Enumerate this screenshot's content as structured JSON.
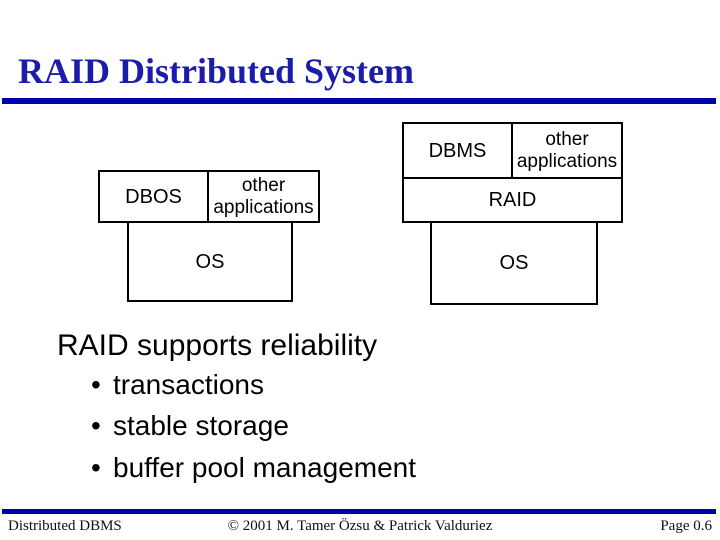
{
  "title": "RAID Distributed System",
  "colors": {
    "rule_navy": "#0000A8",
    "title_navy": "#1C1CAA",
    "diagram_border": "#000000",
    "body_text": "#000000",
    "background": "#FFFFFF"
  },
  "diagram_left": {
    "cell_dbos": "DBOS",
    "cell_other": "other applications",
    "cell_os": "OS"
  },
  "diagram_right": {
    "cell_dbms": "DBMS",
    "cell_other": "other applications",
    "cell_raid": "RAID",
    "cell_os": "OS"
  },
  "body": {
    "heading": "RAID supports reliability",
    "bullet_char": "•",
    "bullets": [
      "transactions",
      "stable storage",
      "buffer pool management"
    ]
  },
  "footer": {
    "left": "Distributed DBMS",
    "center": "© 2001 M. Tamer Özsu & Patrick Valduriez",
    "right": "Page 0.6"
  }
}
